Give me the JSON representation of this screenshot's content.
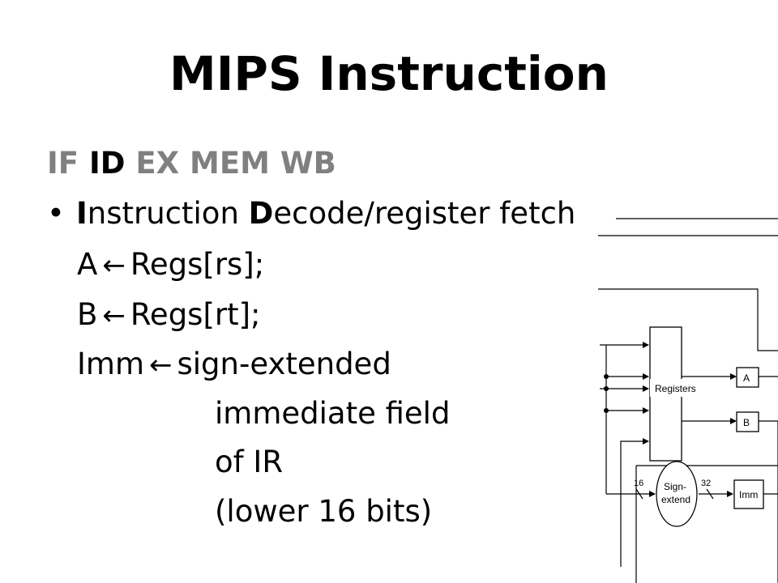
{
  "slide": {
    "title": "MIPS Instruction",
    "stages": [
      {
        "label": "IF",
        "active": false
      },
      {
        "label": "ID",
        "active": true
      },
      {
        "label": "EX",
        "active": false
      },
      {
        "label": "MEM",
        "active": false
      },
      {
        "label": "WB",
        "active": false
      }
    ],
    "bullet": {
      "symbol": "•",
      "i_letter": "I",
      "part1": "nstruction ",
      "d_letter": "D",
      "part2": "ecode/register fetch"
    },
    "lines": {
      "a_target": "A",
      "a_source": "Regs[rs];",
      "b_target": "B",
      "b_source": "Regs[rt];",
      "imm_target": "Imm",
      "imm_source": "sign-extended",
      "cont1": "immediate field",
      "cont2": "of IR",
      "cont3": "(lower 16 bits)"
    },
    "arrow_symbol": "←"
  },
  "diagram": {
    "registers_label": "Registers",
    "a_label": "A",
    "b_label": "B",
    "sign_extend_line1": "Sign-",
    "sign_extend_line2": "extend",
    "imm_label": "Imm",
    "bits_in": "16",
    "bits_out": "32"
  }
}
